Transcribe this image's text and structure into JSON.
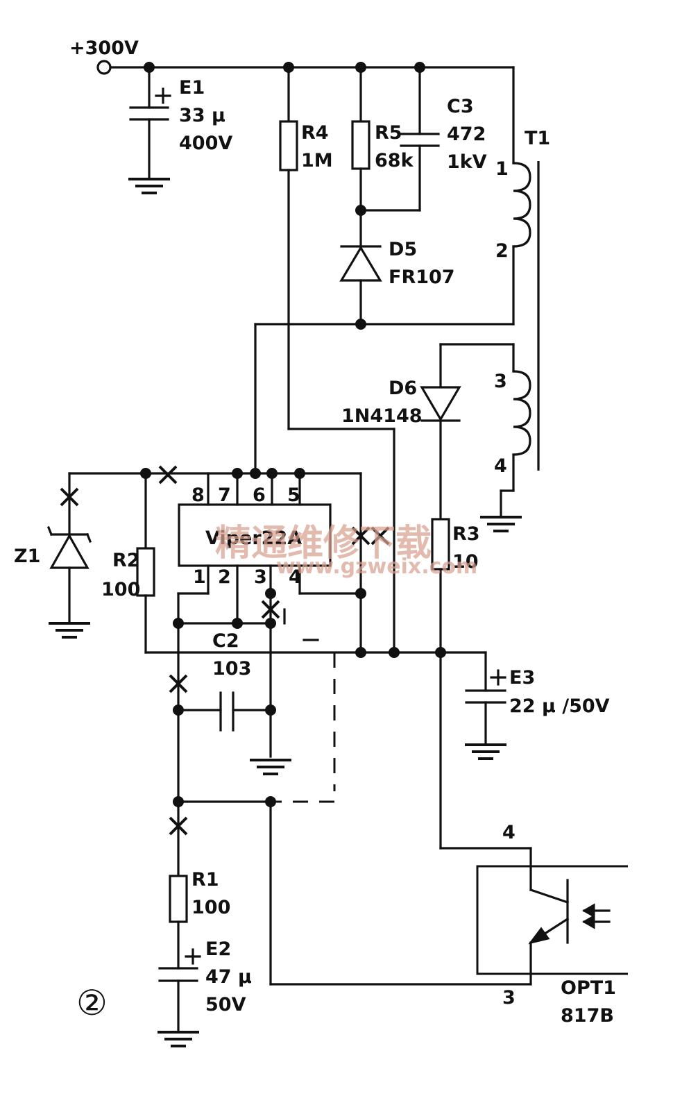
{
  "supply": {
    "label": "+300V"
  },
  "E1": {
    "ref": "E1",
    "value": "33 μ",
    "voltage": "400V"
  },
  "R4": {
    "ref": "R4",
    "value": "1M"
  },
  "R5": {
    "ref": "R5",
    "value": "68k"
  },
  "C3": {
    "ref": "C3",
    "value": "472",
    "voltage": "1kV"
  },
  "T1": {
    "ref": "T1",
    "pins": [
      "1",
      "2",
      "3",
      "4"
    ]
  },
  "D5": {
    "ref": "D5",
    "part": "FR107"
  },
  "D6": {
    "ref": "D6",
    "part": "1N4148"
  },
  "IC": {
    "name": "Viper22A",
    "pins_top": [
      "8",
      "7",
      "6",
      "5"
    ],
    "pins_bottom": [
      "1",
      "2",
      "3",
      "4"
    ]
  },
  "Z1": {
    "ref": "Z1"
  },
  "R2": {
    "ref": "R2",
    "value": "100"
  },
  "R3": {
    "ref": "R3",
    "value": "10"
  },
  "C2": {
    "ref": "C2",
    "value": "103"
  },
  "E3": {
    "ref": "E3",
    "value": "22 μ /50V"
  },
  "R1": {
    "ref": "R1",
    "value": "100"
  },
  "E2": {
    "ref": "E2",
    "value": "47 μ",
    "voltage": "50V"
  },
  "OPT1": {
    "ref": "OPT1",
    "part": "817B",
    "pin_collector": "4",
    "pin_emitter": "3"
  },
  "figure": {
    "number": "②"
  },
  "watermark": {
    "cn": "精通维修下载",
    "url": "www.gzweix.com"
  },
  "icons": [
    "ground-icon",
    "capacitor-icon",
    "electrolytic-capacitor-icon",
    "resistor-icon",
    "diode-icon",
    "zener-diode-icon",
    "transformer-icon",
    "phototransistor-icon",
    "cut-mark-icon"
  ]
}
